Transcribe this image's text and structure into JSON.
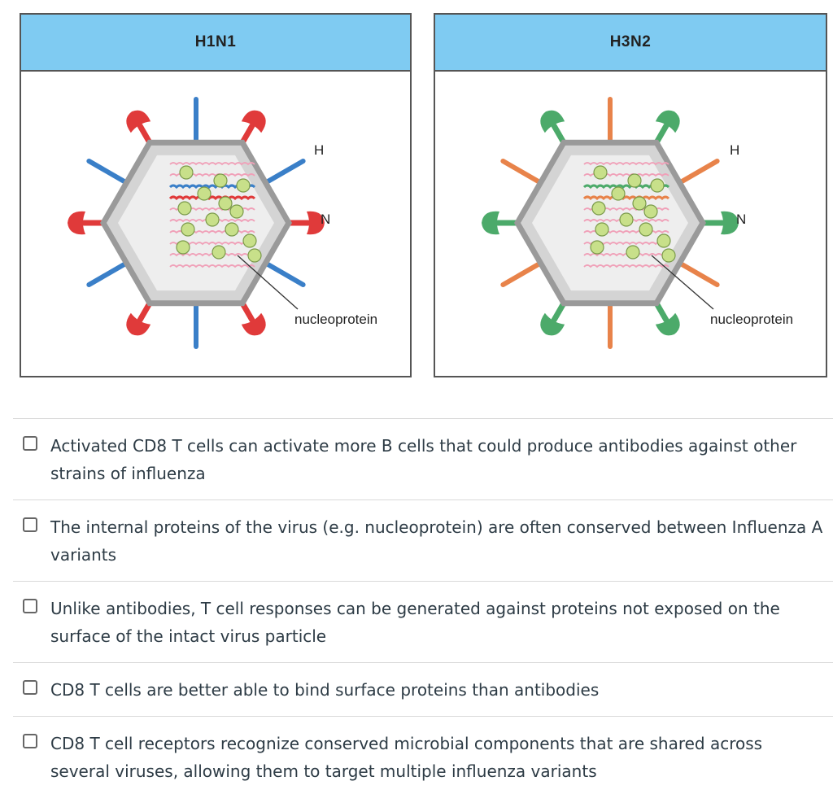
{
  "panels": [
    {
      "title": "H1N1",
      "h_label": "H",
      "n_label": "N",
      "np_label": "nucleoprotein",
      "colors": {
        "spike_a": "#e03a3a",
        "spike_b": "#3a7fc8",
        "rna_accent_1": "#e03a3a",
        "rna_accent_2": "#3a7fc8"
      }
    },
    {
      "title": "H3N2",
      "h_label": "H",
      "n_label": "N",
      "np_label": "nucleoprotein",
      "colors": {
        "spike_a": "#4caa6a",
        "spike_b": "#e8834a",
        "rna_accent_1": "#e8834a",
        "rna_accent_2": "#4caa6a"
      }
    }
  ],
  "options": [
    {
      "text": "Activated CD8 T cells can activate more B cells that could produce antibodies against other strains of influenza"
    },
    {
      "text": "The internal proteins of the virus (e.g. nucleoprotein) are often conserved between Influenza A variants"
    },
    {
      "text": "Unlike antibodies, T cell responses can be generated against proteins not exposed on the surface of the intact virus particle"
    },
    {
      "text": "CD8 T cells are better able to bind surface proteins than antibodies"
    },
    {
      "text": "CD8 T cell receptors recognize conserved microbial components that are shared across several viruses, allowing them to target multiple influenza variants"
    }
  ]
}
